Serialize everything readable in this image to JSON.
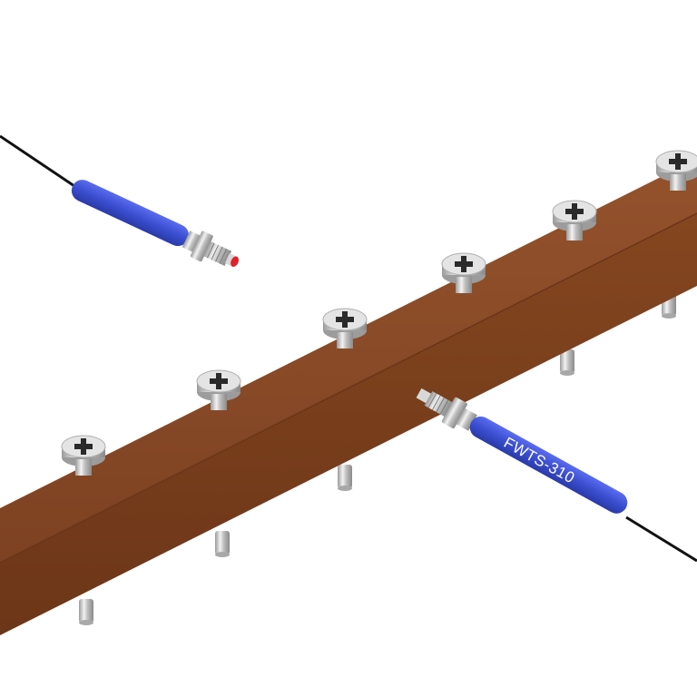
{
  "scene": {
    "description": "Product render: two fiber optic sensor heads next to a brown rail with Phillips screws",
    "background": "#ffffff"
  },
  "colors": {
    "rail_top": "#8a4a27",
    "rail_front": "#7a3f20",
    "rail_edge": "#6a3519",
    "sleeve_blue": "#3b4fd0",
    "sleeve_blue_dark": "#2a3aa8",
    "metal": "#c8c8c8",
    "metal_dark": "#8c8c8c",
    "cable": "#111111",
    "lens_red": "#e0202a"
  },
  "sensors": [
    {
      "name": "upper-sensor",
      "label": "",
      "tip": "red-lens"
    },
    {
      "name": "lower-sensor",
      "label": "FWTS-310",
      "tip": "metal"
    }
  ],
  "screws": {
    "count": 6,
    "head_glyph": "phillips-cross"
  }
}
